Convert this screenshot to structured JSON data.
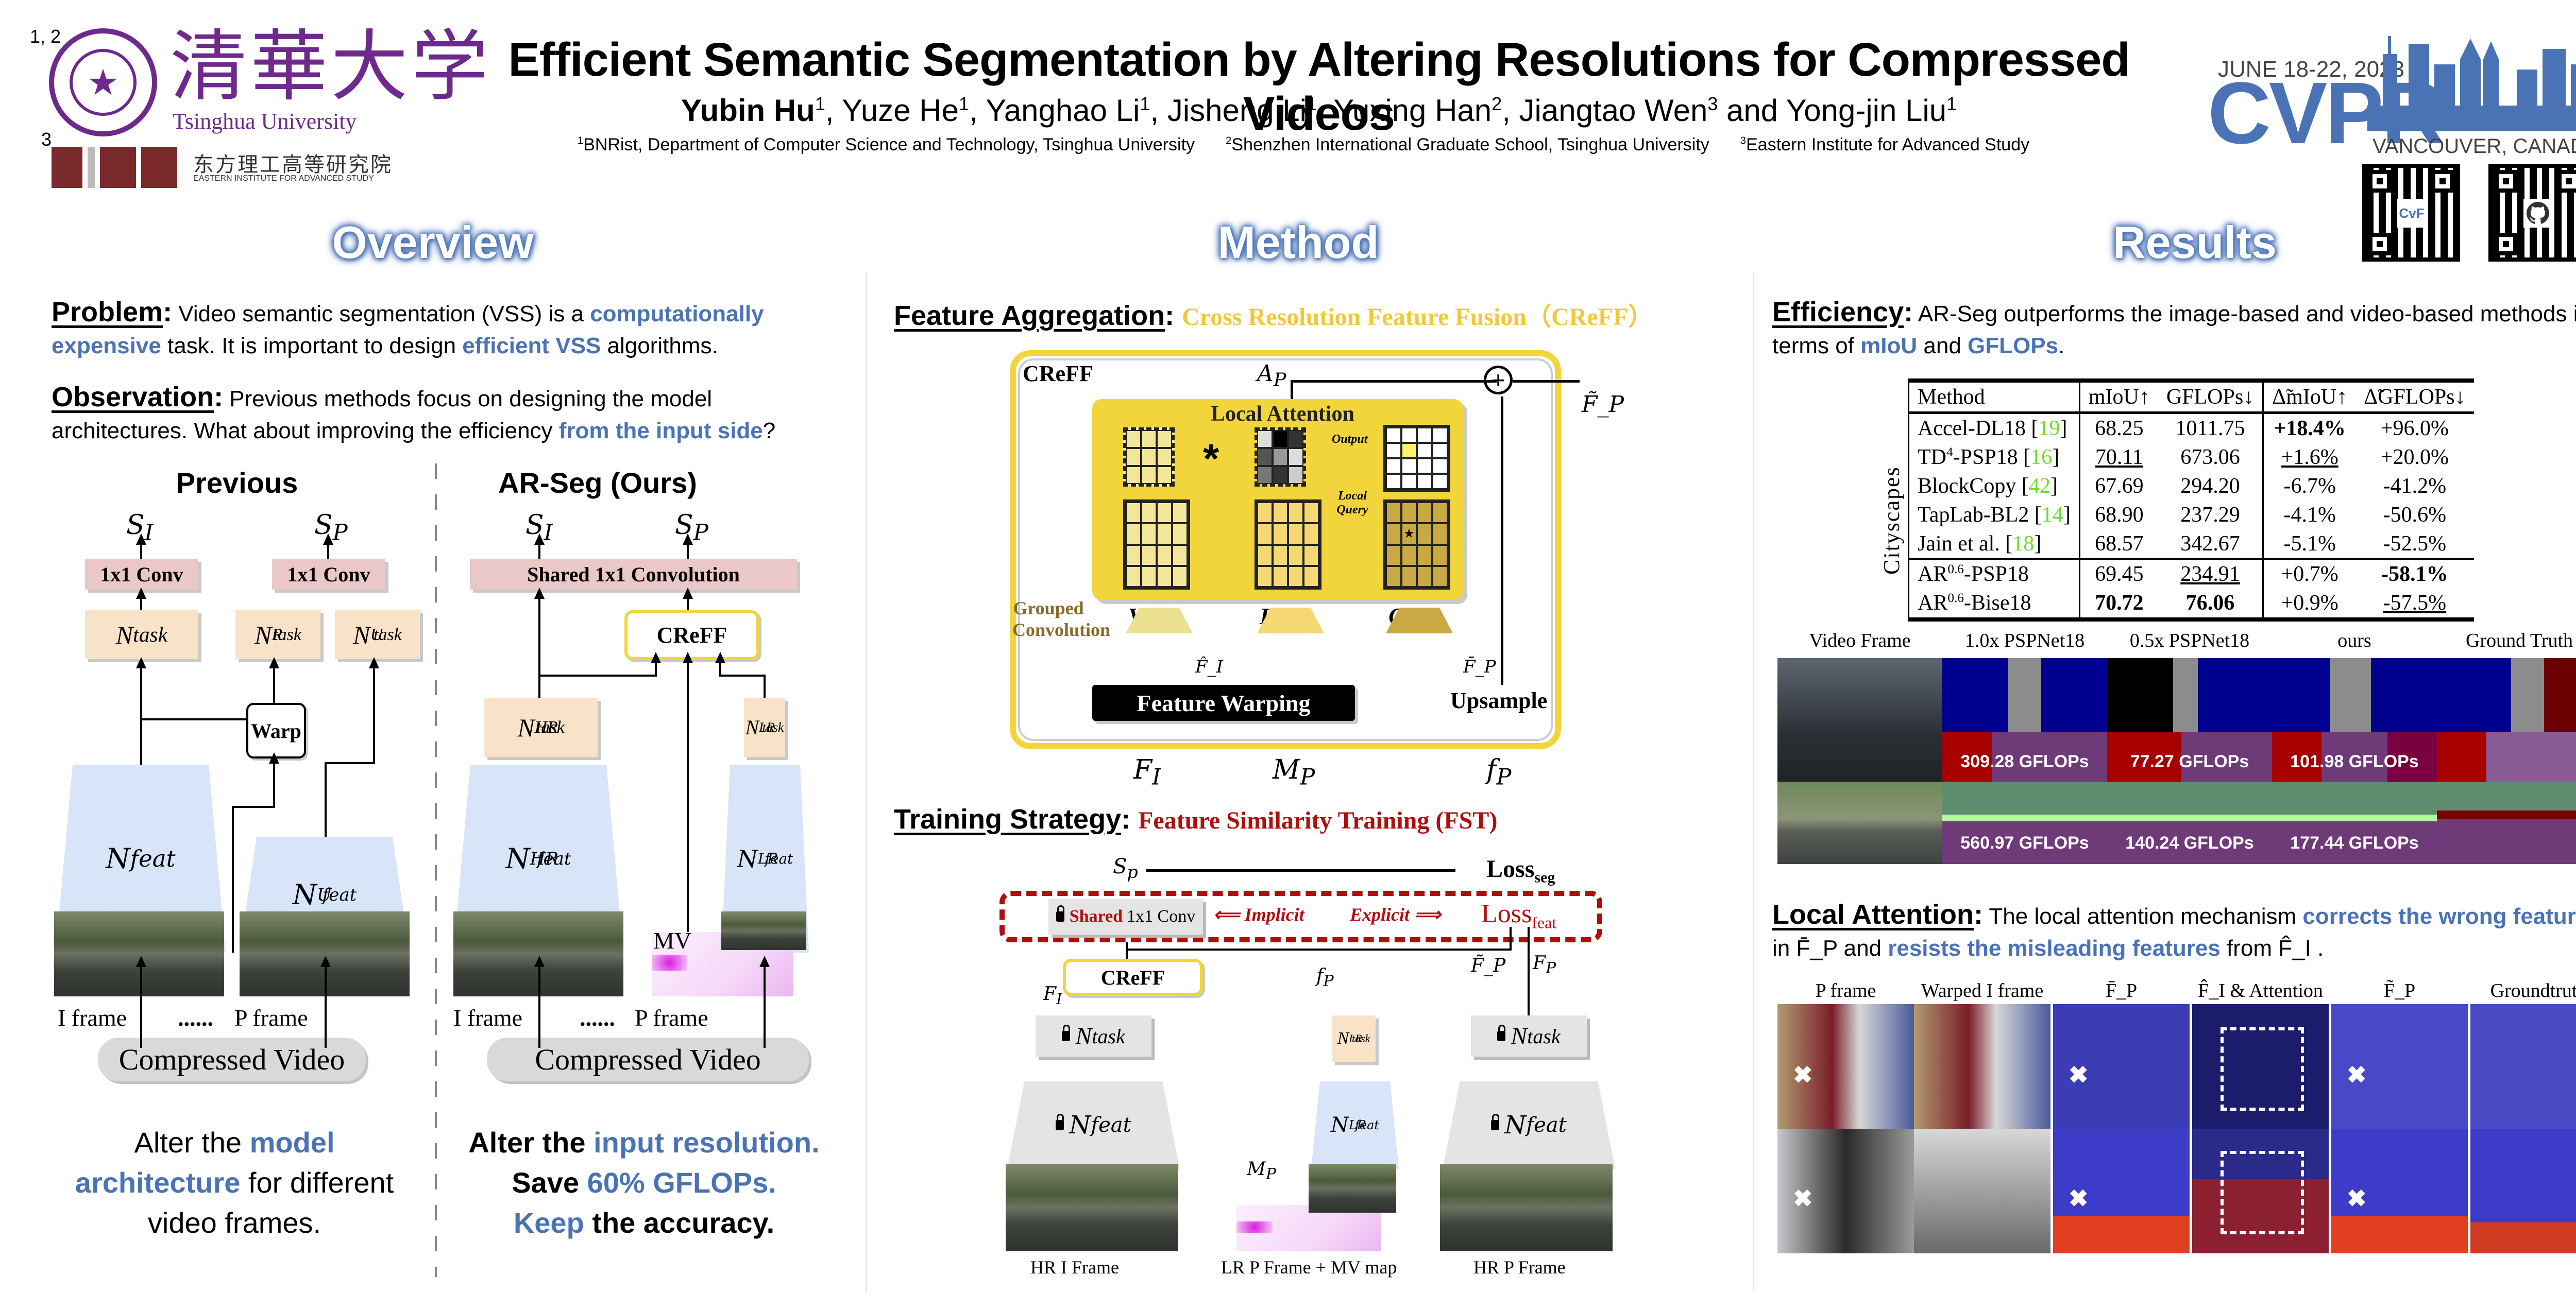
{
  "header": {
    "title": "Efficient Semantic Segmentation by Altering Resolutions for Compressed Videos",
    "authors": [
      {
        "name": "Yubin Hu",
        "aff": "1"
      },
      {
        "name": "Yuze He",
        "aff": "1"
      },
      {
        "name": "Yanghao Li",
        "aff": "1"
      },
      {
        "name": "Jisheng Li",
        "aff": "1"
      },
      {
        "name": "Yuxing Han",
        "aff": "2"
      },
      {
        "name": "Jiangtao Wen",
        "aff": "3"
      },
      {
        "name": "Yong-jin Liu",
        "aff": "1"
      }
    ],
    "and_word": "and",
    "affiliations": [
      {
        "num": "1",
        "text": "BNRist, Department of Computer Science and Technology, Tsinghua University"
      },
      {
        "num": "2",
        "text": "Shenzhen International Graduate School, Tsinghua University"
      },
      {
        "num": "3",
        "text": "Eastern Institute for Advanced Study"
      }
    ]
  },
  "logos": {
    "tsinghua_aff": "1, 2",
    "tsinghua_cn": "清華大学",
    "tsinghua_en": "Tsinghua University",
    "eias_aff": "3",
    "eias_cn": "东方理工高等研究院",
    "eias_en": "EASTERN INSTITUTE FOR ADVANCED STUDY",
    "cvpr_date": "JUNE 18-22, 2023",
    "cvpr_name": "CVPR",
    "cvpr_location": "VANCOUVER, CANADA",
    "qr_left_center": "CvF",
    "qr_right_center": "github-icon"
  },
  "overview": {
    "section_title": "Overview",
    "problem_label": "Problem",
    "problem_text": [
      {
        "t": " Video semantic segmentation (VSS) is a ",
        "hl": false
      },
      {
        "t": "computationally expensive",
        "hl": true
      },
      {
        "t": " task. It is important to design ",
        "hl": false
      },
      {
        "t": "efficient VSS",
        "hl": true
      },
      {
        "t": " algorithms.",
        "hl": false
      }
    ],
    "observation_label": "Observation",
    "observation_text": [
      {
        "t": " Previous methods focus on designing the model architectures. What about improving the efficiency ",
        "hl": false
      },
      {
        "t": "from the input side",
        "hl": true
      },
      {
        "t": "?",
        "hl": false
      }
    ],
    "previous": {
      "title": "Previous",
      "s_i": "S_I",
      "s_p": "S_P",
      "conv_left": "1x1 Conv",
      "conv_right": "1x1 Conv",
      "n_task": "N_task",
      "n_task_r": "N^R_task",
      "n_task_u": "N^U_task",
      "warp": "Warp",
      "n_feat": "N_feat",
      "n_feat_u": "N^U_feat",
      "i_frame": "I frame",
      "dots": "......",
      "p_frame": "P frame",
      "video": "Compressed Video",
      "caption": [
        {
          "t": "Alter the ",
          "hl": false
        },
        {
          "t": "model architecture",
          "hl": true
        },
        {
          "t": " for different video frames.",
          "hl": false
        }
      ]
    },
    "ours": {
      "title": "AR-Seg (Ours)",
      "s_i": "S_I",
      "s_p": "S_P",
      "shared_conv": "Shared 1x1 Convolution",
      "creff": "CReFF",
      "n_task_hr": "N^HR_task",
      "n_task_lr": "N^LR_task",
      "n_feat_hr": "N^HR_feat",
      "n_feat_lr": "N^LR_feat",
      "mv": "MV",
      "i_frame": "I frame",
      "dots": "......",
      "p_frame": "P frame",
      "video": "Compressed Video",
      "caption_line1": [
        {
          "t": "Alter the ",
          "hl": false
        },
        {
          "t": "input resolution.",
          "hl": true
        }
      ],
      "caption_line2": [
        {
          "t": "Save ",
          "hl": false
        },
        {
          "t": "60% GFLOPs.",
          "hl": true
        }
      ],
      "caption_line3": [
        {
          "t": "Keep",
          "hl": true
        },
        {
          "t": " the accuracy.",
          "hl": false
        }
      ]
    }
  },
  "method": {
    "section_title": "Method",
    "fa_label": "Feature Aggregation",
    "fa_title": "Cross Resolution Feature Fusion（CReFF）",
    "creff": {
      "box_label": "CReFF",
      "a_p": "A_P",
      "f_tilde_p": "F̃_P",
      "local_attention": "Local Attention",
      "output": "Output",
      "local_query": "Local Query",
      "star_op": "*",
      "v": "V",
      "k": "K",
      "q": "Q",
      "grouped_conv": "Grouped Convolution",
      "f_hat_i": "F̂_I",
      "f_bar_p": "F̄_P",
      "feature_warping": "Feature Warping",
      "upsample": "Upsample",
      "in_f_i": "F_I",
      "in_m_p": "M_P",
      "in_f_p": "f_P"
    },
    "ts_label": "Training Strategy",
    "ts_title": "Feature Similarity Training (FST)",
    "fst": {
      "s_p": "S_p",
      "loss_seg": "Loss",
      "loss_seg_sub": "seg",
      "shared_word": "Shared",
      "conv_word": "1x1 Conv",
      "implicit": "Implicit",
      "explicit": "Explicit",
      "loss_feat": "Loss",
      "loss_feat_sub": "feat",
      "creff": "CReFF",
      "f_i": "F_I",
      "f_p_small": "f_P",
      "f_tilde_p": "F̃_P",
      "f_p": "F_P",
      "n_task": "N_task",
      "n_task_lr": "N^LR_task",
      "n_feat": "N_feat",
      "n_feat_lr": "N^LR_feat",
      "m_p": "M_P",
      "cap_hr_i": "HR I Frame",
      "cap_lr_p": "LR P Frame + MV map",
      "cap_hr_p": "HR P Frame"
    }
  },
  "results": {
    "section_title": "Results",
    "efficiency_label": "Efficiency",
    "efficiency_text": [
      {
        "t": " AR-Seg outperforms the image-based and video-based methods in terms of ",
        "hl": false
      },
      {
        "t": "mIoU",
        "hl": true
      },
      {
        "t": " and ",
        "hl": false
      },
      {
        "t": "GFLOPs",
        "hl": true
      },
      {
        "t": ".",
        "hl": false
      }
    ],
    "table": {
      "dataset": "Cityscapes",
      "headers": [
        "Method",
        "mIoU↑",
        "GFLOPs↓",
        "Δ̃mIoU↑",
        "Δ̃GFLOPs↓"
      ],
      "rows": [
        {
          "method": "Accel-DL18",
          "sup": "",
          "cite": "19",
          "miou": "68.25",
          "gflops": "1011.75",
          "dmiou": "+18.4%",
          "dgflops": "+96.0%",
          "fmt": {
            "dmiou": "bold"
          }
        },
        {
          "method": "TD",
          "sup": "4",
          "suffix": "-PSP18",
          "cite": "16",
          "miou": "70.11",
          "gflops": "673.06",
          "dmiou": "+1.6%",
          "dgflops": "+20.0%",
          "fmt": {
            "miou": "underline",
            "dmiou": "underline"
          }
        },
        {
          "method": "BlockCopy",
          "sup": "",
          "cite": "42",
          "miou": "67.69",
          "gflops": "294.20",
          "dmiou": "-6.7%",
          "dgflops": "-41.2%",
          "fmt": {}
        },
        {
          "method": "TapLab-BL2",
          "sup": "",
          "cite": "14",
          "miou": "68.90",
          "gflops": "237.29",
          "dmiou": "-4.1%",
          "dgflops": "-50.6%",
          "fmt": {}
        },
        {
          "method": "Jain et al.",
          "sup": "",
          "cite": "18",
          "miou": "68.57",
          "gflops": "342.67",
          "dmiou": "-5.1%",
          "dgflops": "-52.5%",
          "fmt": {}
        },
        {
          "method": "AR",
          "sup": "0.6",
          "suffix": "-PSP18",
          "cite": "",
          "miou": "69.45",
          "gflops": "234.91",
          "dmiou": "+0.7%",
          "dgflops": "-58.1%",
          "fmt": {
            "gflops": "underline",
            "dgflops": "bold"
          }
        },
        {
          "method": "AR",
          "sup": "0.6",
          "suffix": "-Bise18",
          "cite": "",
          "miou": "70.72",
          "gflops": "76.06",
          "dmiou": "+0.9%",
          "dgflops": "-57.5%",
          "fmt": {
            "miou": "bold",
            "gflops": "bold",
            "dgflops": "underline"
          }
        }
      ]
    },
    "seg_columns": [
      "Video Frame",
      "1.0x PSPNet18",
      "0.5x PSPNet18",
      "ours",
      "Ground Truth"
    ],
    "seg_gflops": [
      [
        "309.28 GFLOPs",
        "77.27 GFLOPs",
        "101.98 GFLOPs"
      ],
      [
        "560.97 GFLOPs",
        "140.24 GFLOPs",
        "177.44 GFLOPs"
      ]
    ],
    "la_label": "Local Attention",
    "la_text": [
      {
        "t": " The local attention mechanism ",
        "hl": false
      },
      {
        "t": "corrects the wrong features",
        "hl": true
      },
      {
        "t": " in F̄_P and ",
        "hl": false
      },
      {
        "t": "resists the misleading features",
        "hl": true
      },
      {
        "t": " from F̂_I .",
        "hl": false
      }
    ],
    "la_columns": [
      "P frame",
      "Warped I frame",
      "F̄_P",
      "F̂_I & Attention",
      "F̃_P",
      "Groundtruth"
    ]
  },
  "colors": {
    "accent_blue": "#4a73b6",
    "creff_yellow": "#f1d53b",
    "fst_red": "#b10d0d",
    "tsinghua_purple": "#6d2a8c",
    "eias_maroon": "#7a2a2a",
    "citation_green": "#6fdc2c"
  }
}
